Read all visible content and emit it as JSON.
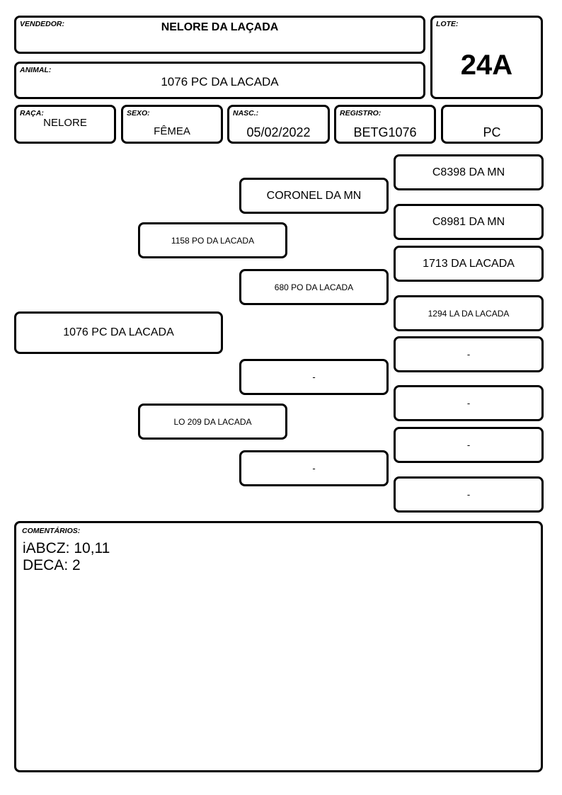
{
  "header": {
    "vendedor_label": "VENDEDOR:",
    "vendedor": "NELORE DA LAÇADA",
    "lote_label": "LOTE:",
    "lote": "24A",
    "animal_label": "ANIMAL:",
    "animal": "1076 PC DA LACADA"
  },
  "info": {
    "raca_label": "RAÇA:",
    "raca": "NELORE",
    "sexo_label": "SEXO:",
    "sexo": "FÊMEA",
    "nasc_label": "NASC.:",
    "nasc": "05/02/2022",
    "registro_label": "REGISTRO:",
    "registro": "BETG1076",
    "categoria": "PC"
  },
  "pedigree": {
    "animal": "1076 PC DA LACADA",
    "sire": "1158 PO DA LACADA",
    "dam": "LO 209 DA LACADA",
    "sire_sire": "CORONEL DA MN",
    "sire_dam": "680 PO DA LACADA",
    "dam_sire": "-",
    "dam_dam": "-",
    "ggp": [
      "C8398 DA MN",
      "C8981 DA MN",
      "1713 DA LACADA",
      "1294 LA DA LACADA",
      "-",
      "-",
      "-",
      "-"
    ]
  },
  "comments": {
    "label": "COMENTÁRIOS:",
    "lines": [
      "iABCZ: 10,11",
      "DECA: 2"
    ]
  }
}
